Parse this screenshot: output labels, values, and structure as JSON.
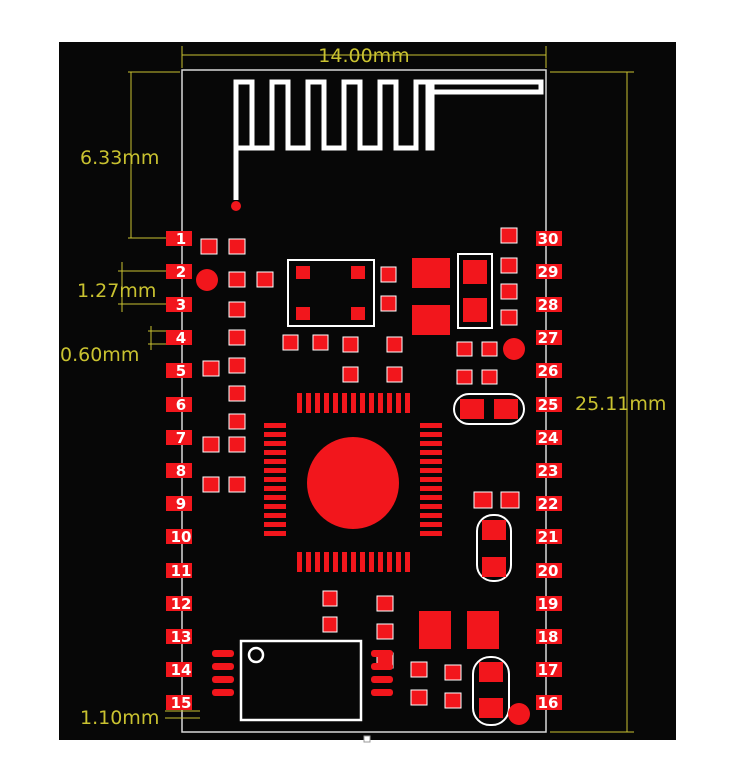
{
  "colors": {
    "board": "#070707",
    "pad": "#f2161c",
    "silk": "#ffffff",
    "dimension": "#c9c230"
  },
  "dimensions": {
    "width": "14.00mm",
    "height": "25.11mm",
    "antenna": "6.33mm",
    "pitch": "1.27mm",
    "pad_width": "0.60mm",
    "bottom": "1.10mm"
  },
  "pins": {
    "left": [
      "1",
      "2",
      "3",
      "4",
      "5",
      "6",
      "7",
      "8",
      "9",
      "10",
      "11",
      "12",
      "13",
      "14",
      "15"
    ],
    "right": [
      "30",
      "29",
      "28",
      "27",
      "26",
      "25",
      "24",
      "23",
      "22",
      "21",
      "20",
      "19",
      "18",
      "17",
      "16"
    ]
  }
}
